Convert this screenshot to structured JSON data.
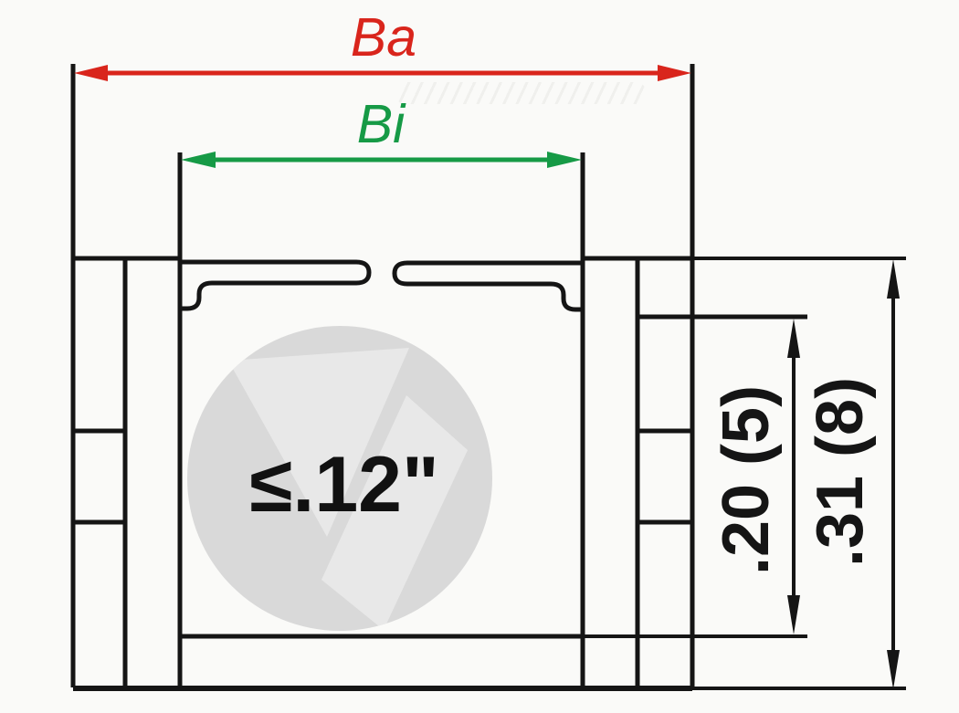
{
  "diagram": {
    "dimensions": {
      "outer_width_label": "Ba",
      "inner_width_label": "Bi",
      "inner_height_label": ".20 (5)",
      "outer_height_label": ".31 (8)",
      "max_cable_diameter_label": "≤.12\""
    },
    "colors": {
      "outer_width": "#d9251c",
      "inner_width": "#169a46",
      "drawing_lines": "#151515",
      "watermark_circle": "#d9d9d9",
      "watermark_arrow": "#e8e8e8",
      "background": "#fafaf8"
    }
  }
}
